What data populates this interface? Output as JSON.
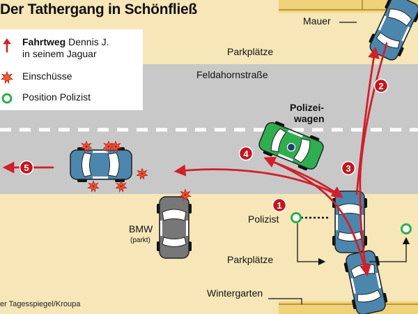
{
  "title": "Der Tathergang in Schönfließ",
  "legend": {
    "route_bold": "Fahrtweg",
    "route_rest_line1": " Dennis J.",
    "route_line2": "in seinem Jaguar",
    "shots": "Einschüsse",
    "police_position": "Position Polizist"
  },
  "labels": {
    "wall": "Mauer",
    "parking_top": "Parkplätze",
    "street": "Feldahornstraße",
    "police_car_line1": "Polizei-",
    "police_car_line2": "wagen",
    "bmw": "BMW",
    "bmw_note": "(parkt)",
    "officer": "Polizist",
    "parking_bottom": "Parkplätze",
    "winter_garden": "Wintergarten"
  },
  "steps": [
    "1",
    "2",
    "3",
    "4",
    "5"
  ],
  "credit": "er Tagesspiegel/Kroupa",
  "colors": {
    "sand": "#f6e6b8",
    "road": "#c8c8c8",
    "route": "#d0202a",
    "jaguar": "#4d86ad",
    "police": "#2fae4f",
    "bmw": "#777777",
    "officer": "#2fae4f"
  }
}
